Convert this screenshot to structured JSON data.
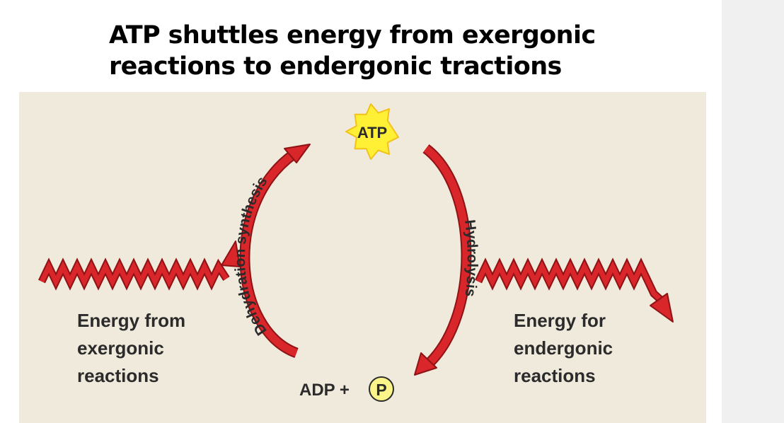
{
  "title": {
    "line1": "ATP shuttles energy from exergonic",
    "line2": "reactions to endergonic tractions"
  },
  "diagram": {
    "atp_label": "ATP",
    "adp_label": "ADP +",
    "phosphate_label": "P",
    "left_arc_label": "Dehydration synthesis",
    "right_arc_label": "Hydrolysis",
    "energy_in": [
      "Energy from",
      "exergonic",
      "reactions"
    ],
    "energy_out": [
      "Energy for",
      "endergonic",
      "reactions"
    ]
  },
  "colors": {
    "arrow": "#d8262a",
    "arrow_edge": "#8f1215",
    "burst": "#fff036",
    "burst_edge": "#f2c21a",
    "phosphate_fill": "#fbf58a",
    "figure_bg": "#efeadb"
  }
}
